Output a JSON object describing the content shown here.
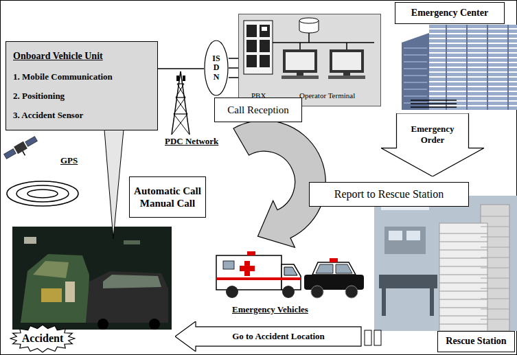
{
  "diagram": {
    "nodes": [
      {
        "text": [
          "Onboard Vehicle Unit",
          "1. Mobile Communication",
          "2. Positioning",
          "3. Accident Sensor"
        ]
      },
      {
        "text": [
          "ISDN"
        ]
      },
      {
        "text": [
          "PBX",
          "Operator Terminal"
        ]
      },
      {
        "text": [
          "Emergency Center"
        ]
      },
      {
        "text": [
          "Call Reception"
        ]
      },
      {
        "text": [
          "Emergency Order"
        ]
      },
      {
        "text": [
          "Report to Rescue Station"
        ]
      },
      {
        "text": [
          "Automatic Call",
          "Manual Call"
        ]
      },
      {
        "text": [
          "Rescue Station"
        ]
      },
      {
        "text": [
          "Accident"
        ]
      },
      {
        "text": [
          "Go to Accident Location"
        ]
      }
    ],
    "edges": [
      {
        "from": 0,
        "to": 1,
        "arrow": "none"
      },
      {
        "from": 1,
        "to": 2,
        "arrow": "none"
      }
    ],
    "labels": [
      "PDC Network",
      "GPS",
      "Emergency Vehicles"
    ]
  }
}
